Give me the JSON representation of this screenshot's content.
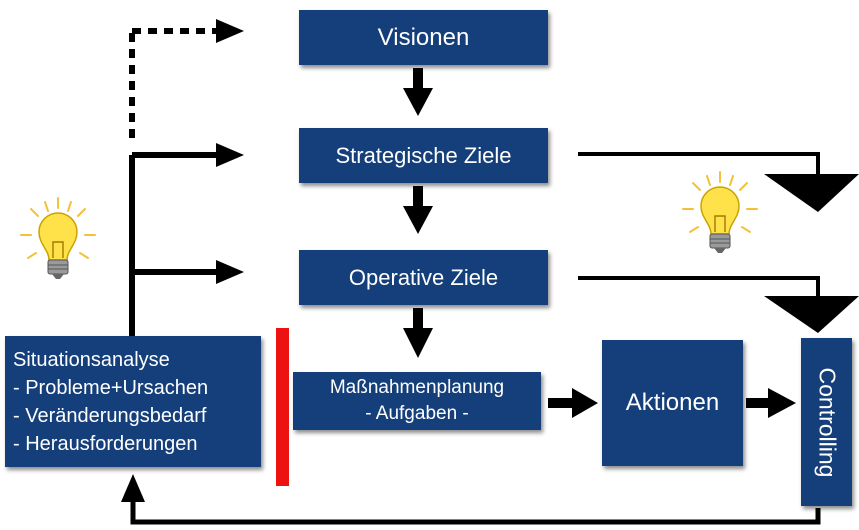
{
  "boxes": {
    "visionen": "Visionen",
    "strategische_ziele": "Strategische Ziele",
    "operative_ziele": "Operative Ziele",
    "massnahmen": [
      "Maßnahmenplanung",
      "- Aufgaben -"
    ],
    "aktionen": "Aktionen",
    "controlling": "Controlling",
    "situationsanalyse": [
      "Situationsanalyse",
      "- Probleme+Ursachen",
      "- Veränderungsbedarf",
      "- Herausforderungen"
    ]
  },
  "colors": {
    "box_fill": "#143f7a",
    "box_text": "#ffffff",
    "arrow": "#000000",
    "separator": "#ee1111",
    "bulb_glass": "#ffe14a",
    "bulb_rays": "#f2c23a",
    "bulb_base": "#8a8a8a"
  },
  "icons": {
    "left_bulb": "lightbulb-icon",
    "right_bulb": "lightbulb-icon"
  }
}
